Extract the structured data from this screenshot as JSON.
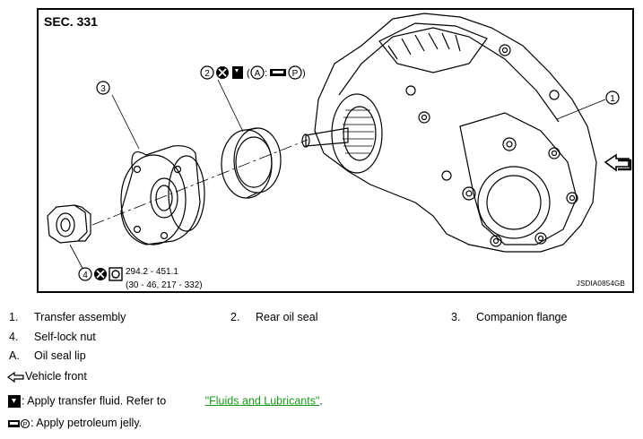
{
  "figure": {
    "section": "SEC. 331",
    "code": "JSDIA0854GB",
    "torque_line1": "294.2 - 451.1",
    "torque_line2": "(30 - 46, 217 - 332)",
    "callouts": [
      "1",
      "2",
      "3",
      "4"
    ],
    "symbol_letters": {
      "a": "A",
      "p": "P"
    },
    "icons": [
      "circled-x-icon",
      "fluid-can-icon",
      "petroleum-jelly-icon",
      "torque-wrench-icon",
      "vehicle-front-arrow-icon"
    ]
  },
  "legend": [
    {
      "num": "1.",
      "label": "Transfer assembly"
    },
    {
      "num": "2.",
      "label": "Rear oil seal"
    },
    {
      "num": "3.",
      "label": "Companion flange"
    },
    {
      "num": "4.",
      "label": "Self-lock nut"
    },
    {
      "num": "A.",
      "label": "Oil seal lip"
    }
  ],
  "notes": {
    "vehicle_front": "Vehicle front",
    "fluid_prefix": ": Apply transfer fluid. Refer to",
    "fluid_link": "\"Fluids and Lubricants\"",
    "fluid_suffix": ".",
    "jelly": ": Apply petroleum jelly."
  },
  "colors": {
    "link": "#1a9a1a"
  }
}
